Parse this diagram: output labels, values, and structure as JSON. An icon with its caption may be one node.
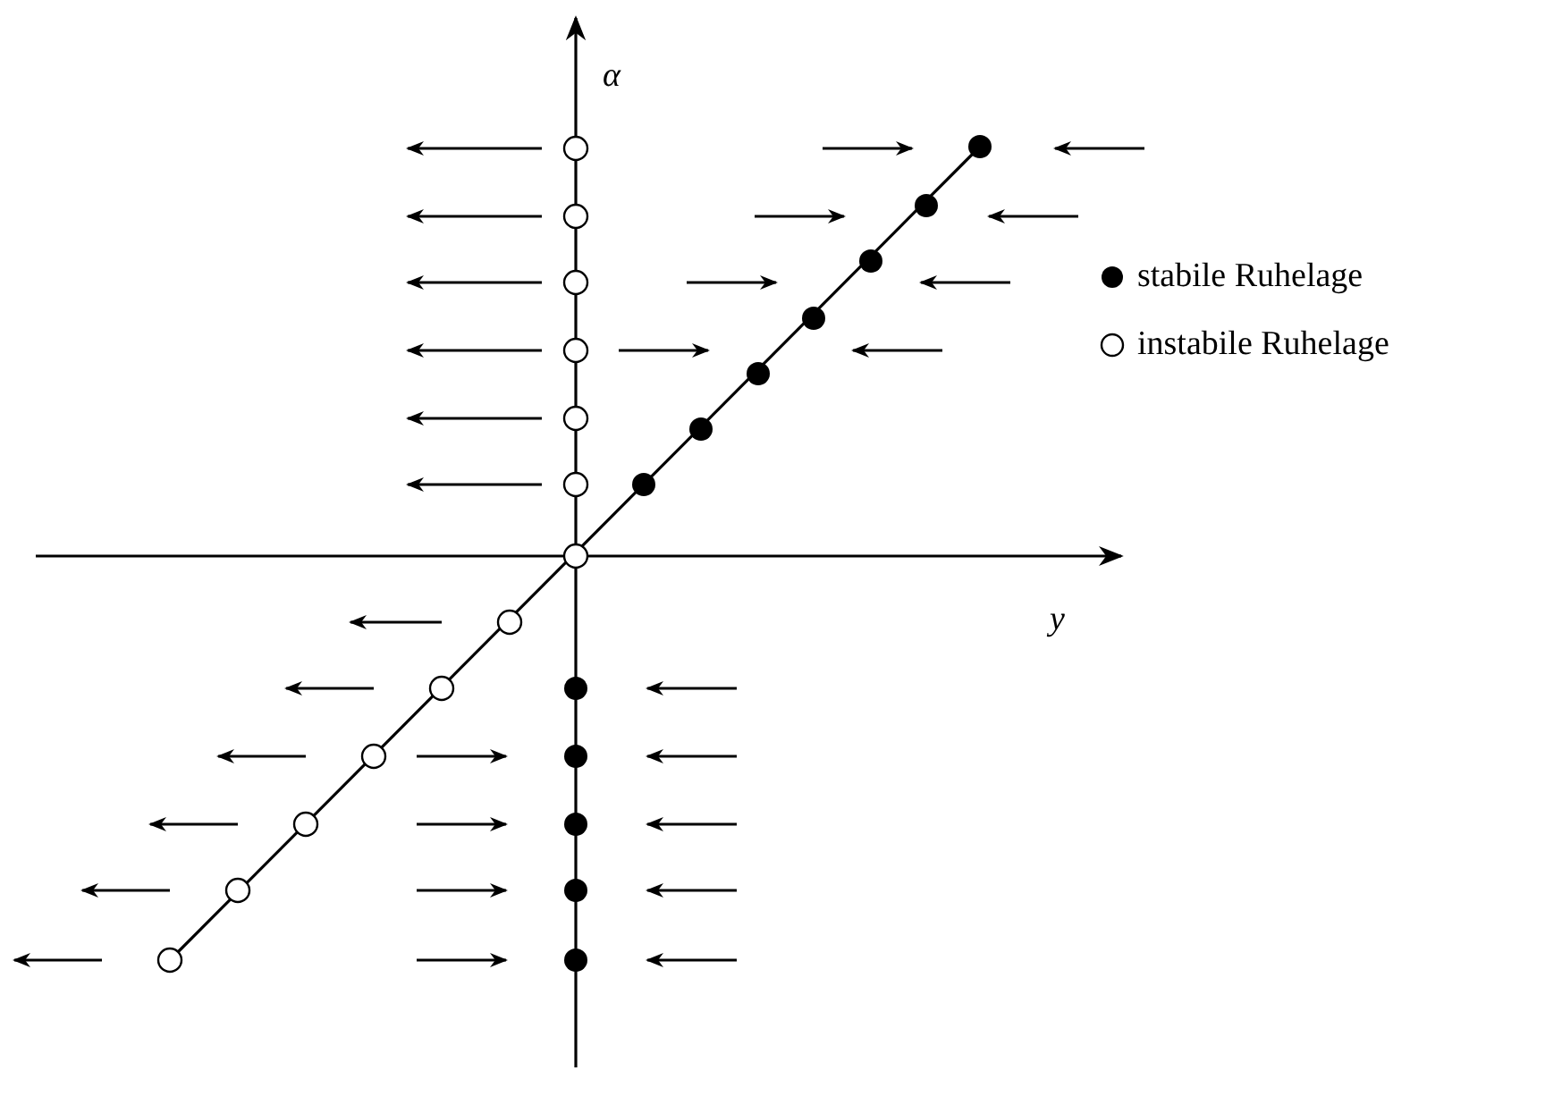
{
  "diagram": {
    "labels": [
      "α",
      "y"
    ],
    "legend": [
      {
        "text": "stabile Ruhelage"
      },
      {
        "text": "instabile Ruhelage"
      }
    ]
  }
}
